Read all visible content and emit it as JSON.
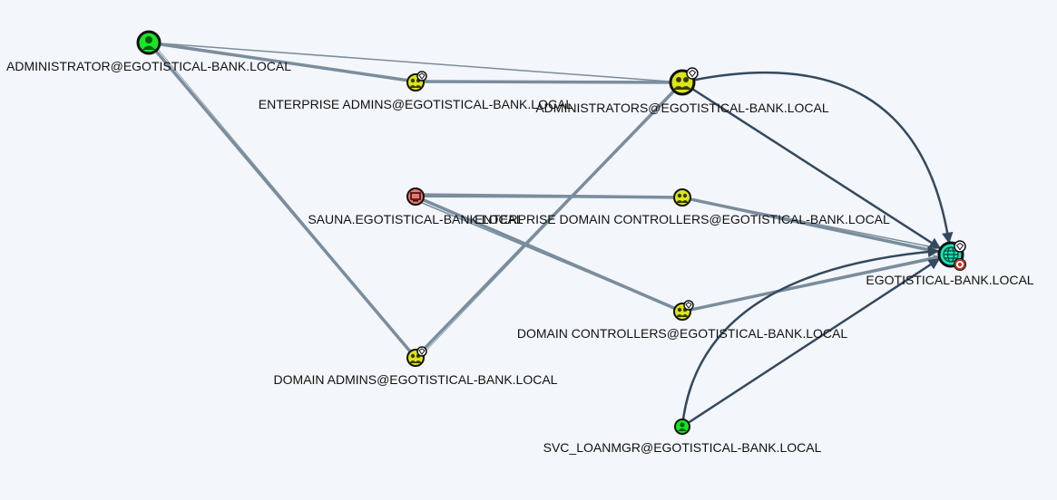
{
  "colors": {
    "background": "#f3f6fa",
    "user_node": "#17e625",
    "group_node": "#dbe617",
    "computer_node": "#e67873",
    "domain_node": "#17e6b9",
    "edge_light": "#7a8d9c",
    "edge_dark": "#34495e"
  },
  "nodes": {
    "administrator": {
      "label": "ADMINISTRATOR@EGOTISTICAL-BANK.LOCAL",
      "type": "user",
      "icon": "user-icon"
    },
    "enterprise_admins": {
      "label": "ENTERPRISE ADMINS@EGOTISTICAL-BANK.LOCAL",
      "type": "group",
      "icon": "group-icon",
      "badge": "gem-icon"
    },
    "administrators": {
      "label": "ADMINISTRATORS@EGOTISTICAL-BANK.LOCAL",
      "type": "group",
      "icon": "group-icon",
      "badge": "gem-icon"
    },
    "sauna": {
      "label": "SAUNA.EGOTISTICAL-BANK.LOCAL",
      "type": "computer",
      "icon": "computer-icon"
    },
    "enterprise_dcs": {
      "label": "ENTERPRISE DOMAIN CONTROLLERS@EGOTISTICAL-BANK.LOCAL",
      "type": "group",
      "icon": "group-icon"
    },
    "domain": {
      "label": "EGOTISTICAL-BANK.LOCAL",
      "type": "domain",
      "icon": "globe-icon",
      "badge": "target-icon"
    },
    "domain_controllers": {
      "label": "DOMAIN CONTROLLERS@EGOTISTICAL-BANK.LOCAL",
      "type": "group",
      "icon": "group-icon",
      "badge": "gem-icon"
    },
    "domain_admins": {
      "label": "DOMAIN ADMINS@EGOTISTICAL-BANK.LOCAL",
      "type": "group",
      "icon": "group-icon",
      "badge": "gem-icon"
    },
    "svc_loanmgr": {
      "label": "SVC_LOANMGR@EGOTISTICAL-BANK.LOCAL",
      "type": "user",
      "icon": "user-icon"
    }
  }
}
